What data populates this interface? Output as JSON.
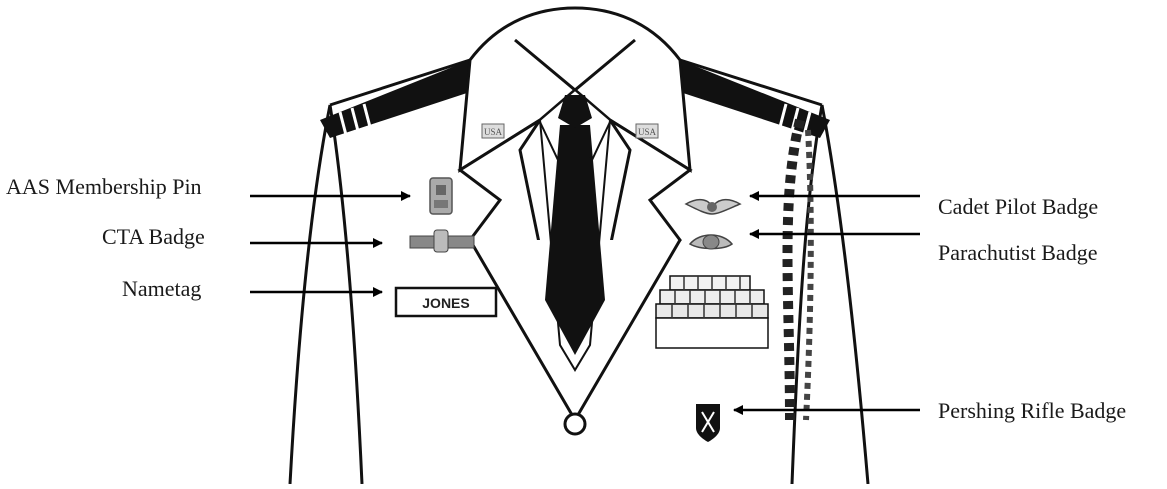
{
  "labels": {
    "aas_pin": "AAS Membership Pin",
    "cta_badge": "CTA Badge",
    "nametag": "Nametag",
    "cadet_pilot": "Cadet Pilot Badge",
    "parachutist": "Parachutist Badge",
    "pershing_rifle": "Pershing Rifle Badge"
  },
  "nametag_text": "JONES",
  "collar_insignia": [
    "USA",
    "USA"
  ]
}
